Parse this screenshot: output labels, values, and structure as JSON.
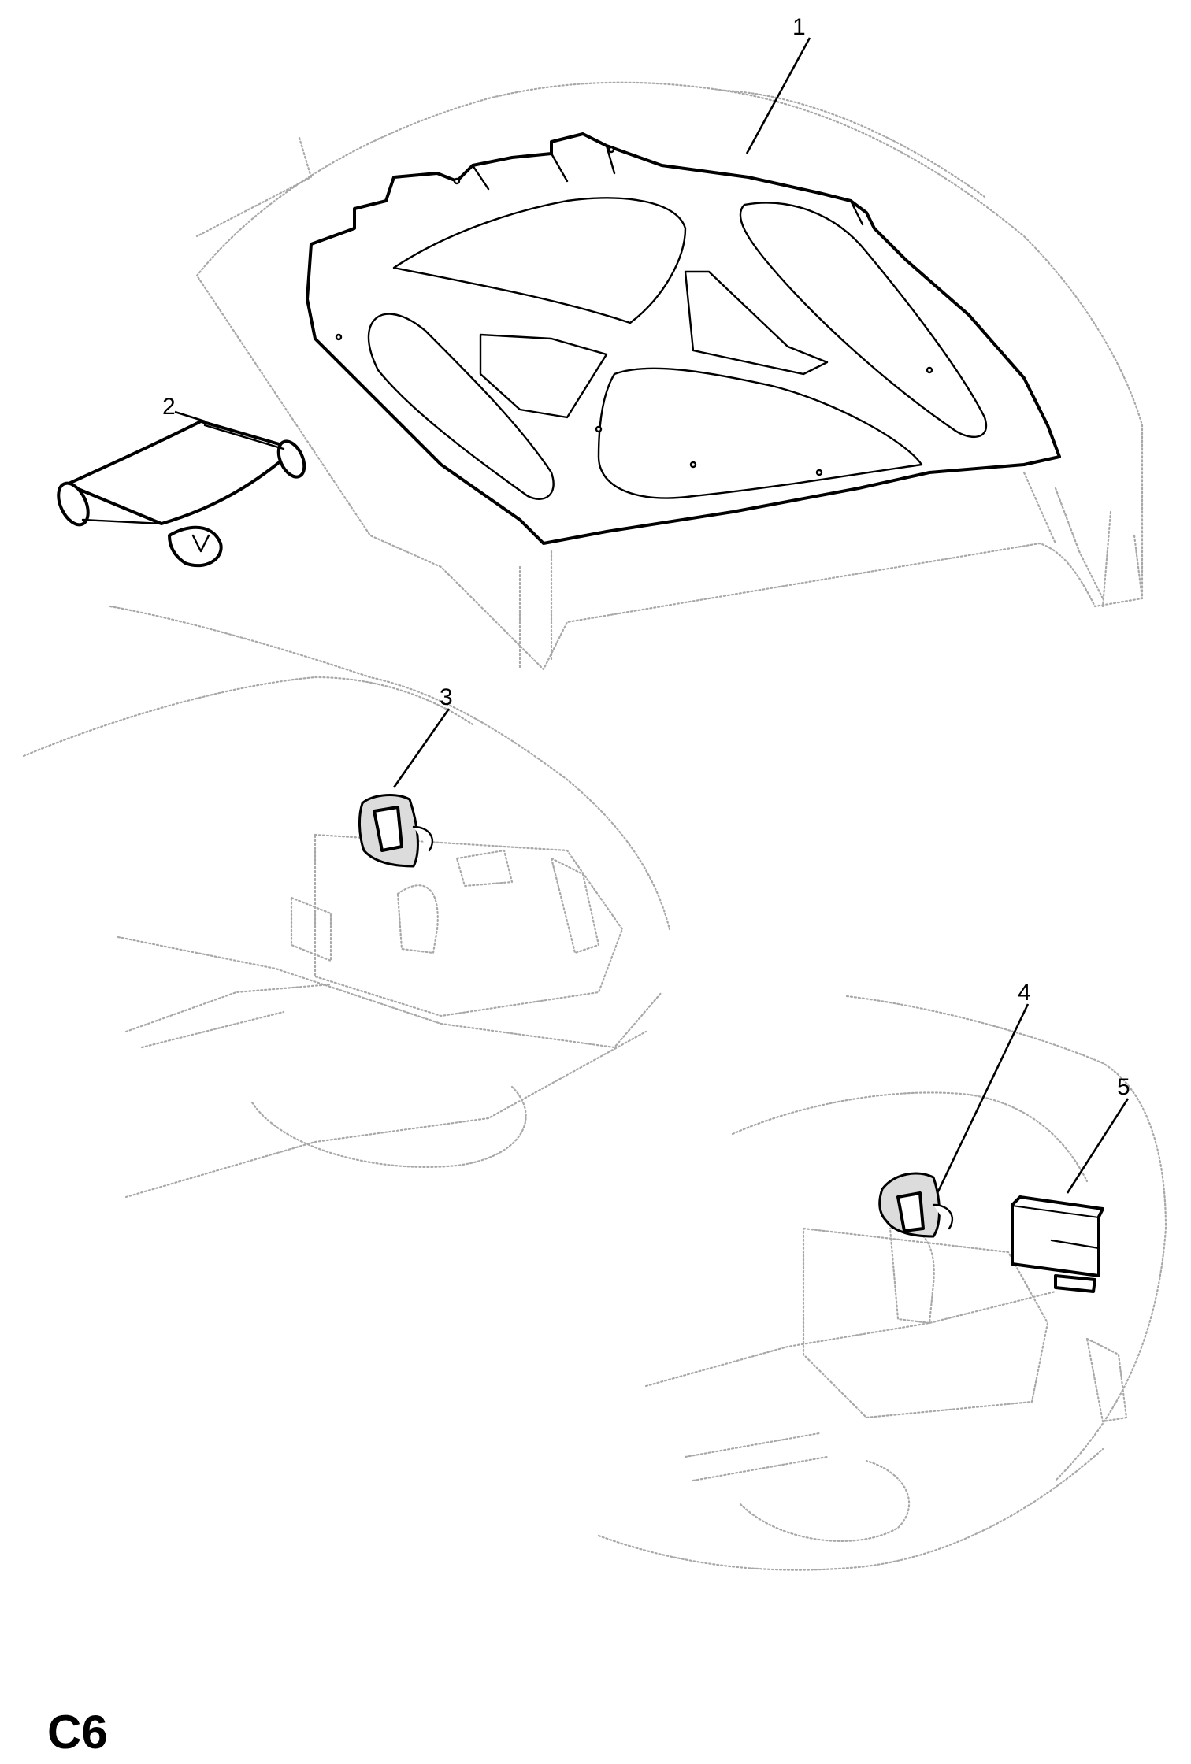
{
  "diagram": {
    "code": "C6",
    "callouts": [
      {
        "id": "1",
        "label": "1"
      },
      {
        "id": "2",
        "label": "2"
      },
      {
        "id": "3",
        "label": "3"
      },
      {
        "id": "4",
        "label": "4"
      },
      {
        "id": "5",
        "label": "5"
      }
    ]
  },
  "colors": {
    "line": "#000000",
    "ghost": "#a8a8a8",
    "background": "#ffffff"
  }
}
